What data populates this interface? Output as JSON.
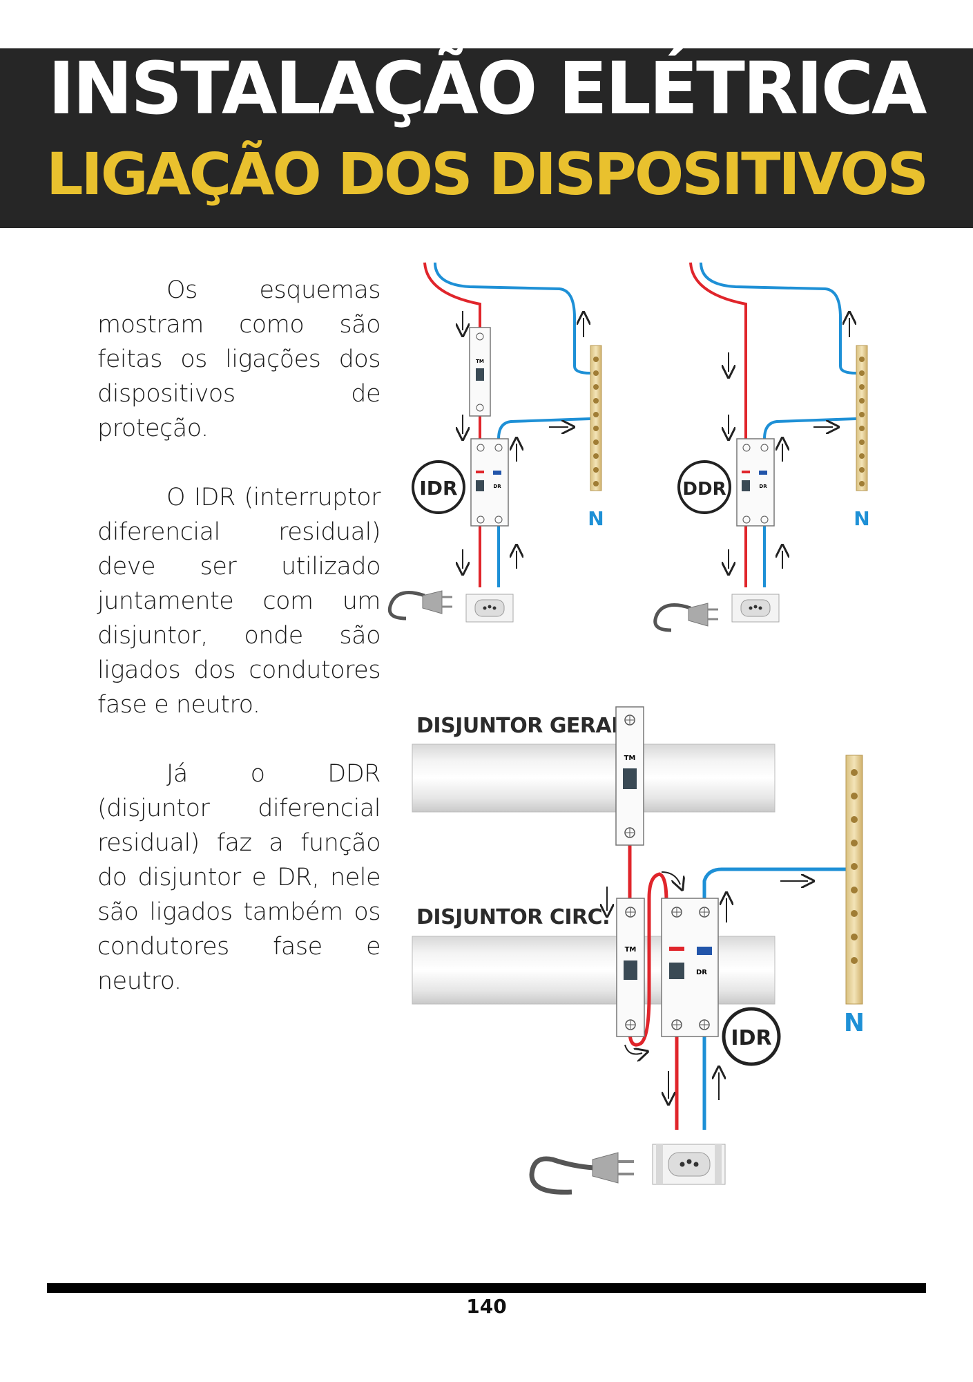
{
  "header": {
    "title": "INSTALAÇÃO ELÉTRICA",
    "subtitle": "LIGAÇÃO DOS DISPOSITIVOS"
  },
  "body": {
    "paragraphs": [
      "Os esquemas mostram como são feitas os ligações dos dispositivos de proteção.",
      "O IDR (interruptor diferencial residual) deve ser utilizado juntamente com um disjuntor, onde são ligados dos condutores fase e neutro.",
      "Já o DDR (disjuntor diferencial residual) faz a função do disjuntor e DR, nele são ligados também os condutores fase e neutro."
    ]
  },
  "diagram": {
    "idr_label": "IDR",
    "ddr_label": "DDR",
    "neutral_label": "N",
    "tm_label": "TM",
    "dr_label": "DR",
    "disjuntor_geral": "DISJUNTOR GERAL",
    "disjuntor_circ": "DISJUNTOR CIRC.",
    "colors": {
      "phase": "#e0252b",
      "neutral": "#1e90d6",
      "bar": "#e8d5a3"
    }
  },
  "footer": {
    "page_number": "140"
  }
}
